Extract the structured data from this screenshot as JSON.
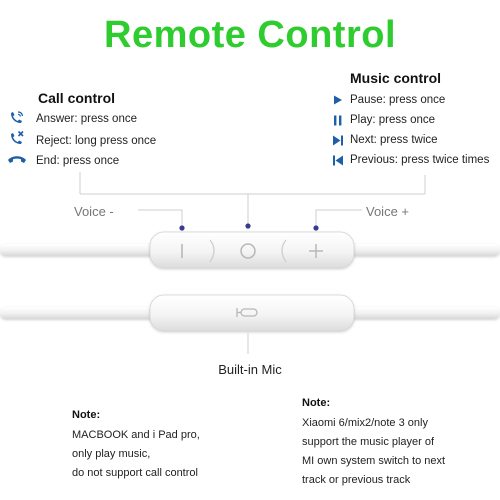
{
  "title": "Remote Control",
  "call_control": {
    "heading": "Call control",
    "items": [
      {
        "icon": "phone-answer-icon",
        "label": "Answer: press once"
      },
      {
        "icon": "phone-reject-icon",
        "label": "Reject: long press once"
      },
      {
        "icon": "phone-end-icon",
        "label": "End: press once"
      }
    ]
  },
  "music_control": {
    "heading": "Music control",
    "items": [
      {
        "icon": "play-icon",
        "label": "Pause: press once"
      },
      {
        "icon": "pause-icon",
        "label": "Play: press once"
      },
      {
        "icon": "next-icon",
        "label": "Next: press twice"
      },
      {
        "icon": "previous-icon",
        "label": "Previous: press twice times"
      }
    ]
  },
  "remote": {
    "voice_minus": "Voice -",
    "voice_plus": "Voice +",
    "mic_label": "Built-in Mic"
  },
  "notes": {
    "left": {
      "heading": "Note:",
      "lines": [
        "MACBOOK and i Pad pro,",
        "only play music,",
        "do not support call control"
      ]
    },
    "right": {
      "heading": "Note:",
      "lines": [
        "Xiaomi 6/mix2/note 3 only",
        "support the music player of",
        "MI own system switch to next",
        "track or previous track"
      ]
    }
  },
  "colors": {
    "title": "#2ecc2e",
    "icon_blue": "#1f5fa8",
    "button_dot": "#3b3b8f",
    "line_gray": "#cfcfcf"
  }
}
